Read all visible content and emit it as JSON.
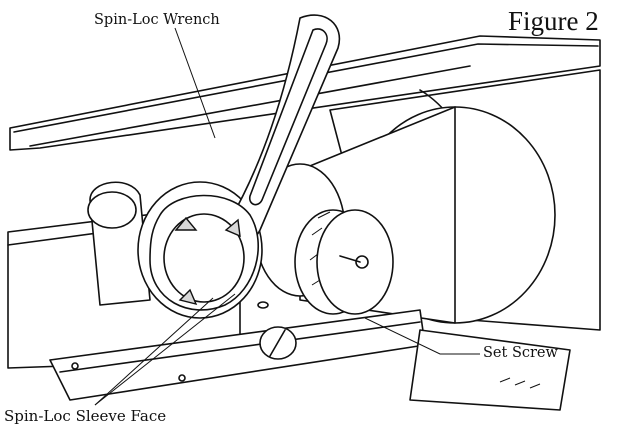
{
  "figure": {
    "title": "Figure 2",
    "labels": {
      "wrench": "Spin-Loc Wrench",
      "set_screw": "Set Screw",
      "sleeve_face": "Spin-Loc Sleeve Face"
    }
  }
}
